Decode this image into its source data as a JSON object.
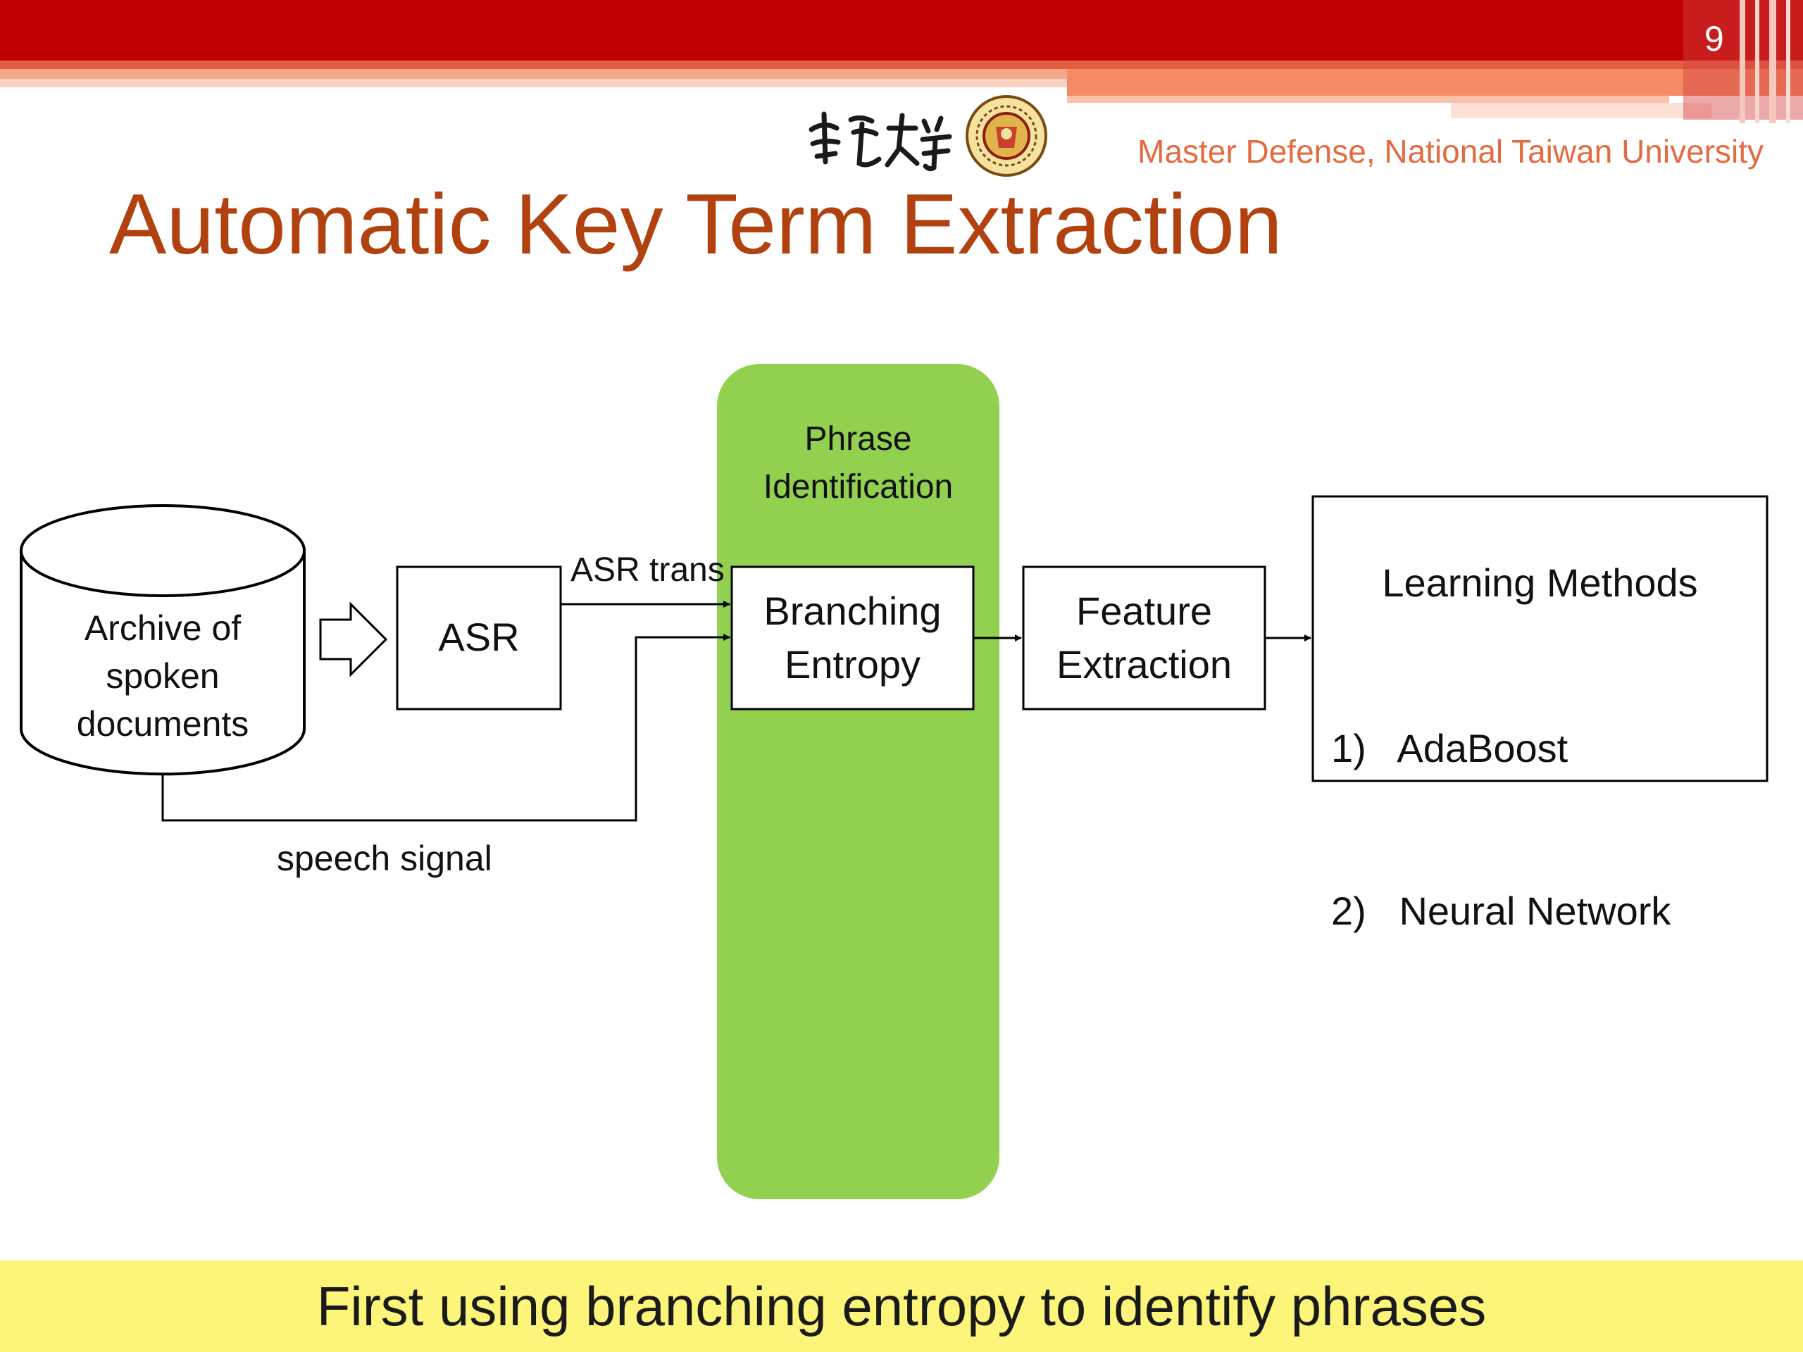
{
  "slide": {
    "page_number": "9",
    "subtitle": "Master Defense, National Taiwan University",
    "title": "Automatic Key Term Extraction",
    "caption": "First using branching entropy to identify phrases",
    "logo": {
      "calligraphy": "臺灣大學",
      "seal": "university-seal"
    }
  },
  "diagram": {
    "archive": [
      "Archive of",
      "spoken",
      "documents"
    ],
    "asr_box": "ASR",
    "asr_trans_label": "ASR trans",
    "speech_signal_label": "speech signal",
    "phrase_id_title": [
      "Phrase",
      "Identification"
    ],
    "branching_entropy": [
      "Branching",
      "Entropy"
    ],
    "feature_extraction": [
      "Feature",
      "Extraction"
    ],
    "learning": {
      "title": "Learning Methods",
      "items": [
        "1)   AdaBoost",
        "2)   Neural Network"
      ]
    }
  },
  "colors": {
    "header_red": "#c00000",
    "title_brown": "#b1420f",
    "subtitle_orange": "#e46b40",
    "phrase_green": "#92d050",
    "caption_yellow": "#fdf57a"
  }
}
